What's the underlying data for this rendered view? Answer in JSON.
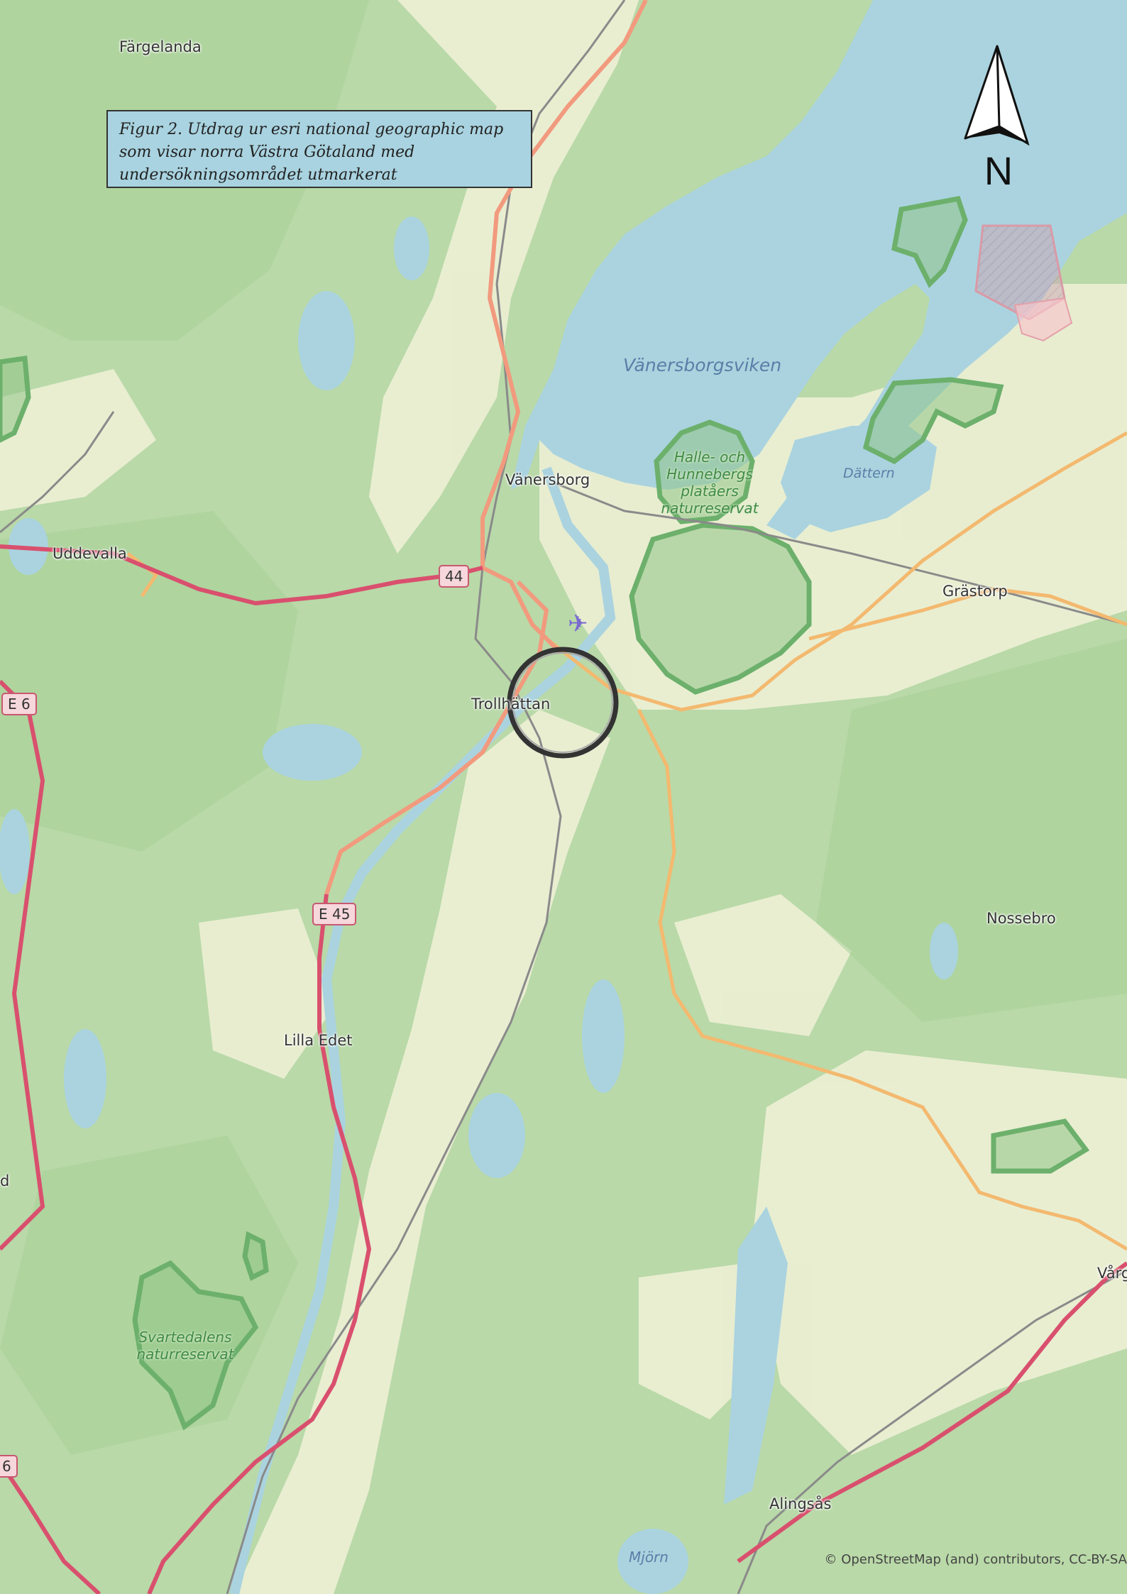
{
  "caption": "Figur 2. Utdrag ur esri national geographic map som visar norra Västra Götaland med undersökningsområdet utmarkerat",
  "north_arrow_label": "N",
  "places": {
    "fargelanda": "Färgelanda",
    "uddevalla": "Uddevalla",
    "vanersborg": "Vänersborg",
    "trollhattan": "Trollhättan",
    "grastorp": "Grästorp",
    "nossebro": "Nossebro",
    "lilla_edet": "Lilla Edet",
    "alingsas": "Alingsås",
    "vargarda_partial": "Vårg",
    "edge_d": "d"
  },
  "water": {
    "vanersborgsviken": "Vänersborgsviken",
    "dattern": "Dättern",
    "mjorn": "Mjörn"
  },
  "reserves": {
    "halle_hunneberg": "Halle- och Hunnebergs platåers naturreservat",
    "svartedalens": "Svartedalens naturreservat"
  },
  "road_shields": {
    "r44": "44",
    "e45": "E 45",
    "e6": "E 6",
    "edge_6": "6"
  },
  "attribution": "© OpenStreetMap (and) contributors, CC-BY-SA",
  "colors": {
    "water": "#aad3df",
    "forest": "#add19e",
    "farmland": "#eef0d5",
    "motorway": "#e892a2",
    "trunk": "#f9b29c",
    "secondary": "#f6c88a",
    "railway": "#888888",
    "reserve_outline": "#6cb06c",
    "marker_circle": "#222222"
  }
}
